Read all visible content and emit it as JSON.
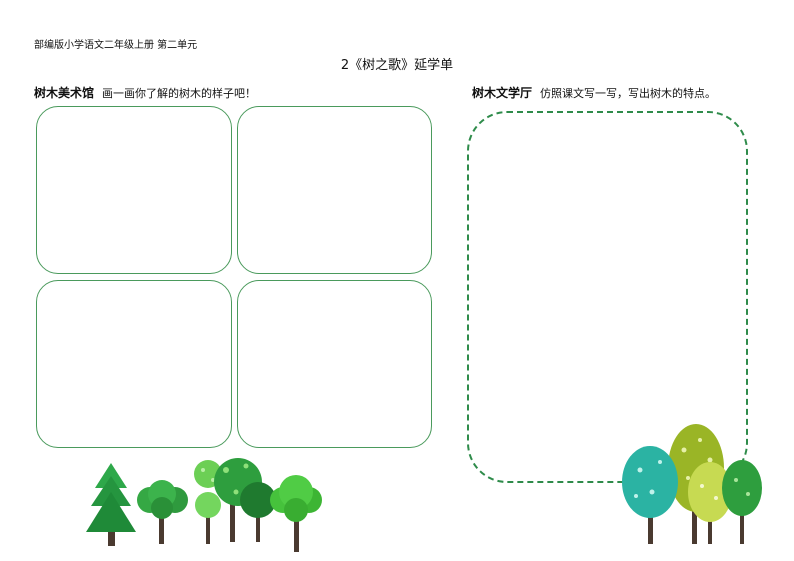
{
  "header": {
    "subtitle": "部编版小学语文二年级上册 第二单元"
  },
  "title": "2《树之歌》延学单",
  "left_section": {
    "heading": "树木美术馆",
    "instruction": "画一画你了解的树木的样子吧！"
  },
  "right_section": {
    "heading": "树木文学厅",
    "instruction": "仿照课文写一写，写出树木的特点。"
  },
  "colors": {
    "box_border": "#4a9a5c",
    "dashed_border": "#2e8b4a",
    "tree_green": "#2e9e3e",
    "tree_teal": "#2bb3a3",
    "tree_olive": "#9ab526",
    "trunk": "#4a3a30"
  }
}
